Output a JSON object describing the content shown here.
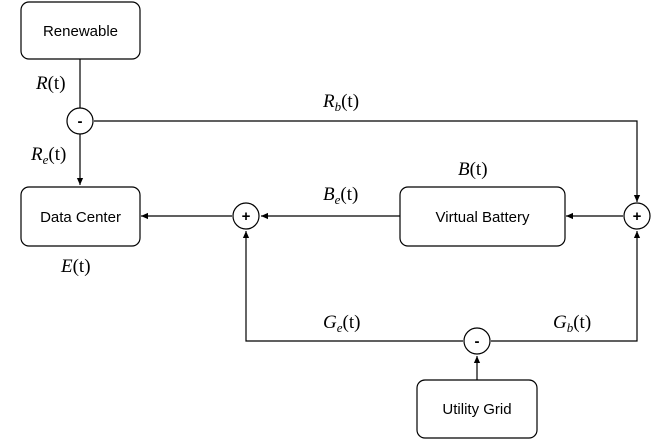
{
  "nodes": {
    "renewable": "Renewable",
    "data_center": "Data Center",
    "virtual_battery": "Virtual Battery",
    "utility_grid": "Utility Grid"
  },
  "junctions": {
    "renewable_split": "-",
    "data_center_sum": "+",
    "battery_sum": "+",
    "grid_split": "-"
  },
  "signals": {
    "R": {
      "base": "R",
      "sub": "",
      "arg": "(t)"
    },
    "Rb": {
      "base": "R",
      "sub": "b",
      "arg": "(t)"
    },
    "Re": {
      "base": "R",
      "sub": "e",
      "arg": "(t)"
    },
    "E": {
      "base": "E",
      "sub": "",
      "arg": "(t)"
    },
    "B": {
      "base": "B",
      "sub": "",
      "arg": "(t)"
    },
    "Be": {
      "base": "B",
      "sub": "e",
      "arg": "(t)"
    },
    "Ge": {
      "base": "G",
      "sub": "e",
      "arg": "(t)"
    },
    "Gb": {
      "base": "G",
      "sub": "b",
      "arg": "(t)"
    }
  }
}
